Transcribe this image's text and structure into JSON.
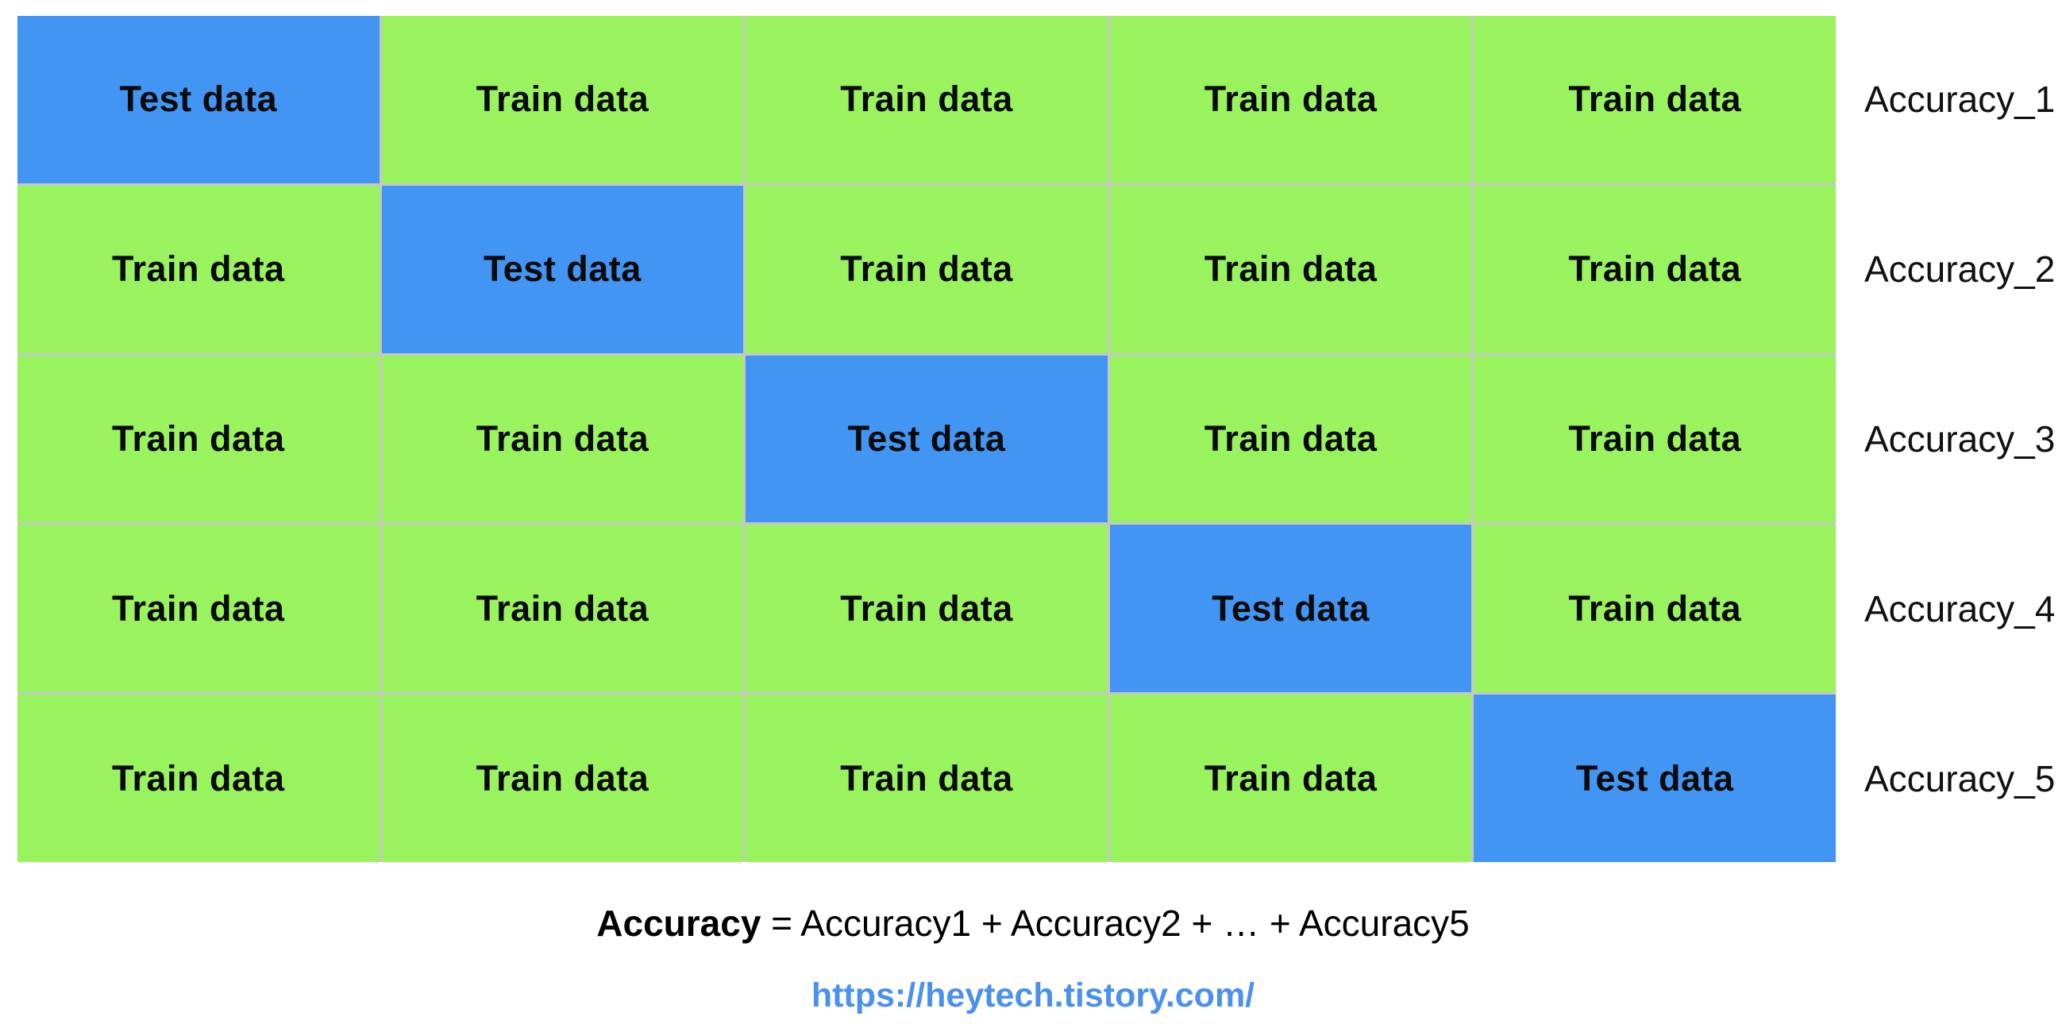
{
  "diagram": {
    "type": "k-fold-cross-validation",
    "folds": 5,
    "colors": {
      "test_cell": "#4295f2",
      "train_cell": "#99f35f",
      "divider": "#c6c6c6",
      "cell_text": "#0a0a0a"
    },
    "cell_types": {
      "test": "Test data",
      "train": "Train data"
    },
    "rows": [
      {
        "label": "Accuracy_1",
        "cells": [
          "Test data",
          "Train data",
          "Train data",
          "Train data",
          "Train data"
        ]
      },
      {
        "label": "Accuracy_2",
        "cells": [
          "Train data",
          "Test data",
          "Train data",
          "Train data",
          "Train data"
        ]
      },
      {
        "label": "Accuracy_3",
        "cells": [
          "Train data",
          "Train data",
          "Test data",
          "Train data",
          "Train data"
        ]
      },
      {
        "label": "Accuracy_4",
        "cells": [
          "Train data",
          "Train data",
          "Train data",
          "Test data",
          "Train data"
        ]
      },
      {
        "label": "Accuracy_5",
        "cells": [
          "Train data",
          "Train data",
          "Train data",
          "Train data",
          "Test data"
        ]
      }
    ]
  },
  "formula": {
    "bold_part": "Accuracy",
    "expression": " = Accuracy1 + Accuracy2 + … + Accuracy5"
  },
  "footer_link": {
    "text": "https://heytech.tistory.com/",
    "color": "#4a90ed"
  }
}
